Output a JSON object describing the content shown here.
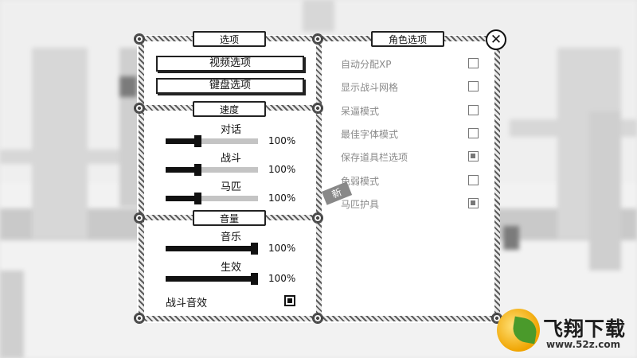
{
  "left_panel": {
    "options_tab": "选项",
    "video_button": "视频选项",
    "keyboard_button": "键盘选项",
    "speed_tab": "速度",
    "speed_sliders": [
      {
        "label": "对话",
        "value_text": "100%",
        "level": 0.35
      },
      {
        "label": "战斗",
        "value_text": "100%",
        "level": 0.35
      },
      {
        "label": "马匹",
        "value_text": "100%",
        "level": 0.35
      }
    ],
    "volume_tab": "音量",
    "volume_sliders": [
      {
        "label": "音乐",
        "value_text": "100%",
        "level": 1.0
      },
      {
        "label": "生效",
        "value_text": "100%",
        "level": 1.0
      }
    ],
    "combat_sfx_label": "战斗音效",
    "combat_sfx_checked": true
  },
  "right_panel": {
    "tab": "角色选项",
    "new_badge": "新",
    "options": [
      {
        "label": "自动分配XP",
        "checked": false
      },
      {
        "label": "显示战斗网格",
        "checked": false
      },
      {
        "label": "呆逼模式",
        "checked": false
      },
      {
        "label": "最佳字体模式",
        "checked": false
      },
      {
        "label": "保存道具栏选项",
        "checked": true
      },
      {
        "label": "色弱模式",
        "checked": false
      },
      {
        "label": "马匹护具",
        "checked": true
      }
    ]
  },
  "close_icon": "close-x-icon",
  "watermark": {
    "title": "飞翔下载",
    "url": "www.52z.com"
  }
}
